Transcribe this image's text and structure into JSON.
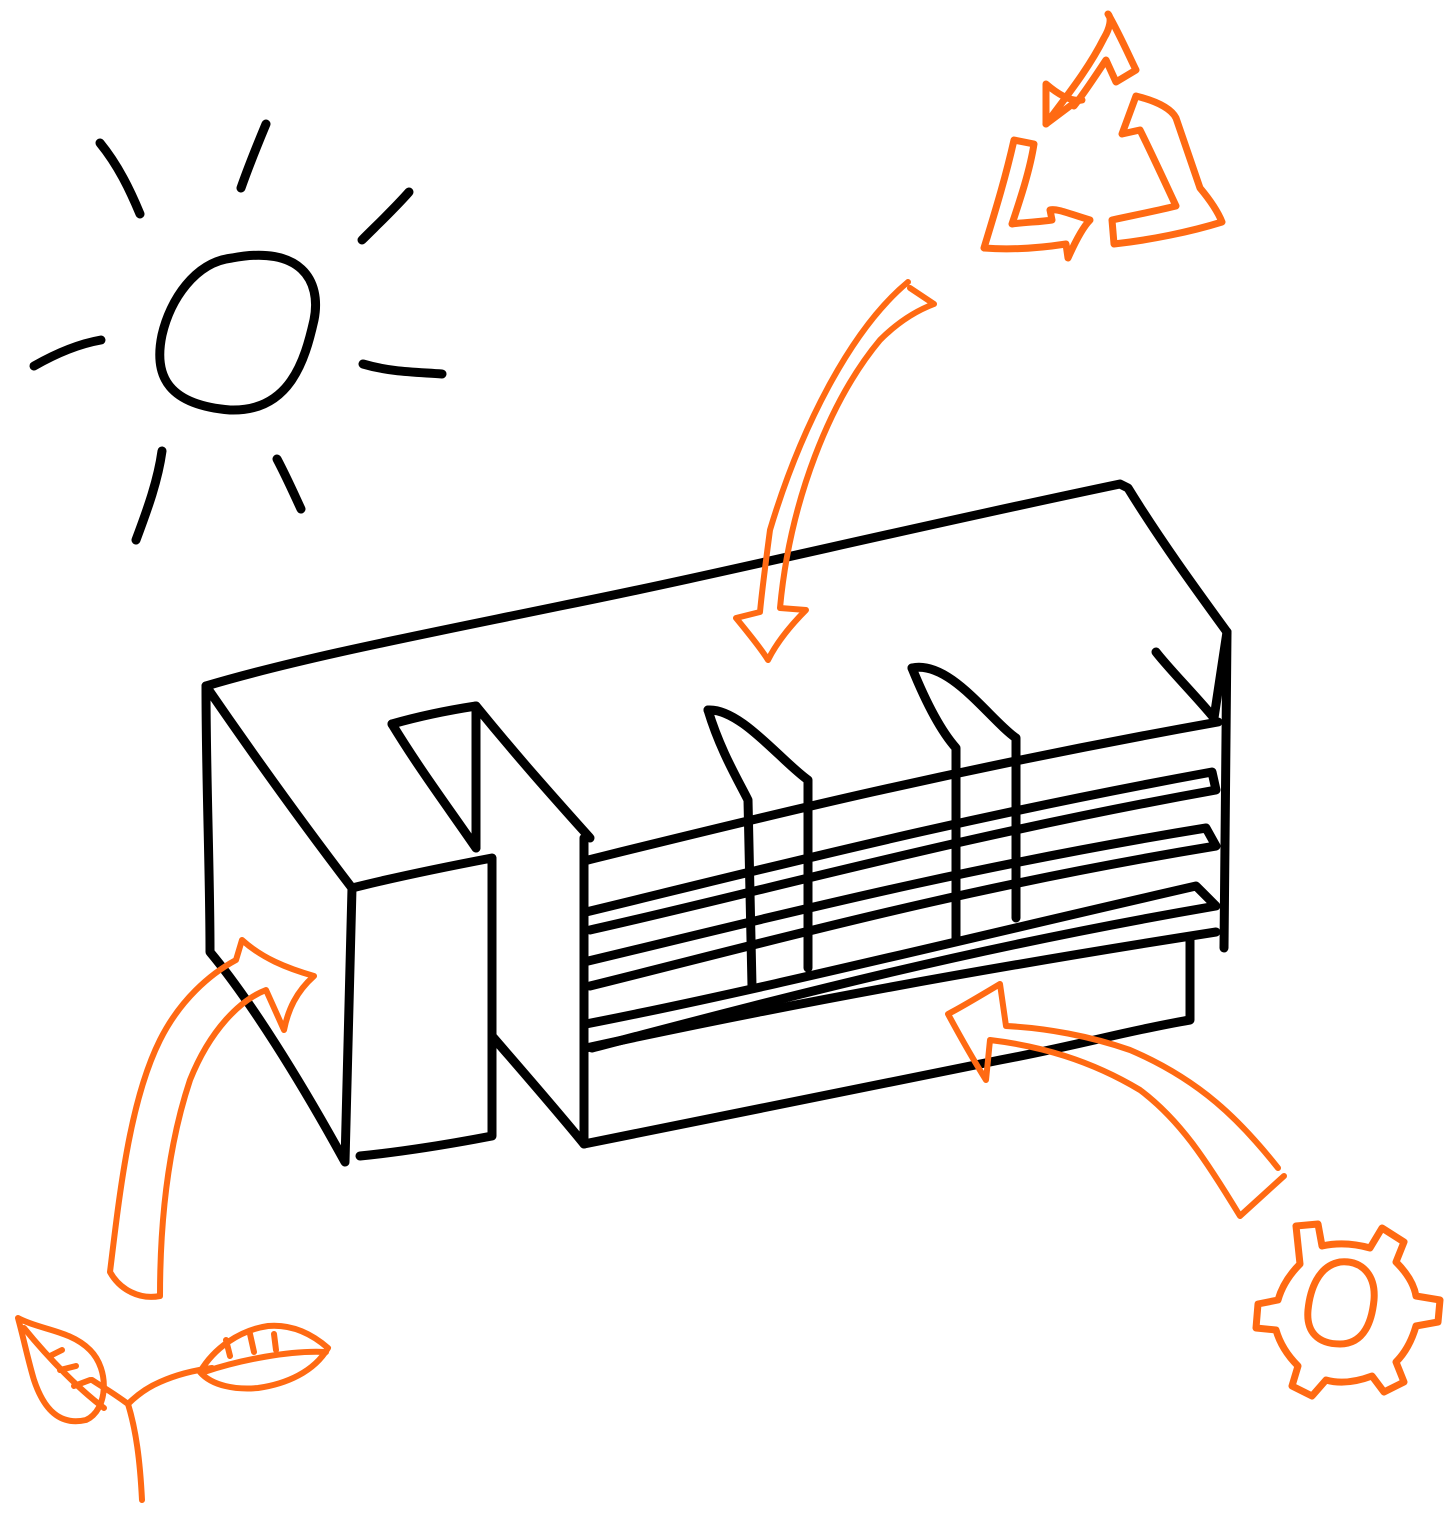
{
  "colors": {
    "background": "#ffffff",
    "line": "#000000",
    "accent": "#ff6a13"
  },
  "diagram": {
    "subject": "building",
    "icons": [
      "sun-icon",
      "recycle-icon",
      "gear-icon",
      "sprout-icon"
    ],
    "arrows": [
      {
        "from": "recycle-icon",
        "to": "building-roof"
      },
      {
        "from": "sprout-icon",
        "to": "building-left-wing"
      },
      {
        "from": "gear-icon",
        "to": "building-facade"
      }
    ]
  }
}
